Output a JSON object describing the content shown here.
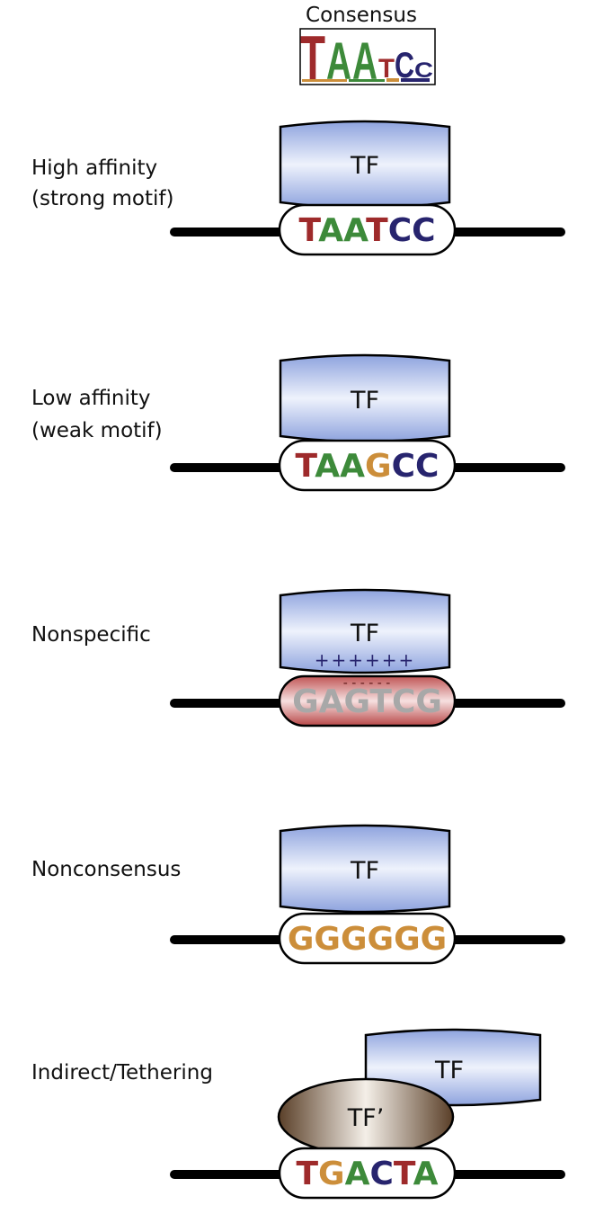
{
  "colors": {
    "T": "#9e2a2b",
    "A": "#3d8a3a",
    "C": "#27246e",
    "G": "#cc8e3a",
    "nonspecific_seq": "#a8a8a8",
    "tf_blue": "#8aa0dd",
    "tf_prime_brown": "#5e4530",
    "dna": "#000000"
  },
  "consensus": {
    "title": "Consensus",
    "logo_letters": [
      "T",
      "A",
      "A",
      "T",
      "C",
      "C"
    ]
  },
  "panels": [
    {
      "id": "high-affinity",
      "label_lines": [
        "High affinity",
        "(strong motif)"
      ],
      "tf_label": "TF",
      "sequence": [
        "T",
        "A",
        "A",
        "T",
        "C",
        "C"
      ]
    },
    {
      "id": "low-affinity",
      "label_lines": [
        "Low affinity",
        "(weak motif)"
      ],
      "tf_label": "TF",
      "sequence": [
        "T",
        "A",
        "A",
        "G",
        "C",
        "C"
      ]
    },
    {
      "id": "nonspecific",
      "label_lines": [
        "Nonspecific"
      ],
      "tf_label": "TF",
      "charges_positive": "++++++",
      "charges_negative": "- - - - - -",
      "sequence_text": "GAGTCG"
    },
    {
      "id": "nonconsensus",
      "label_lines": [
        "Nonconsensus"
      ],
      "tf_label": "TF",
      "sequence": [
        "G",
        "G",
        "G",
        "G",
        "G",
        "G"
      ]
    },
    {
      "id": "indirect-tethering",
      "label_lines": [
        "Indirect/Tethering"
      ],
      "tf_label": "TF",
      "tf_prime_label": "TF’",
      "sequence": [
        "T",
        "G",
        "A",
        "C",
        "T",
        "A"
      ]
    }
  ]
}
